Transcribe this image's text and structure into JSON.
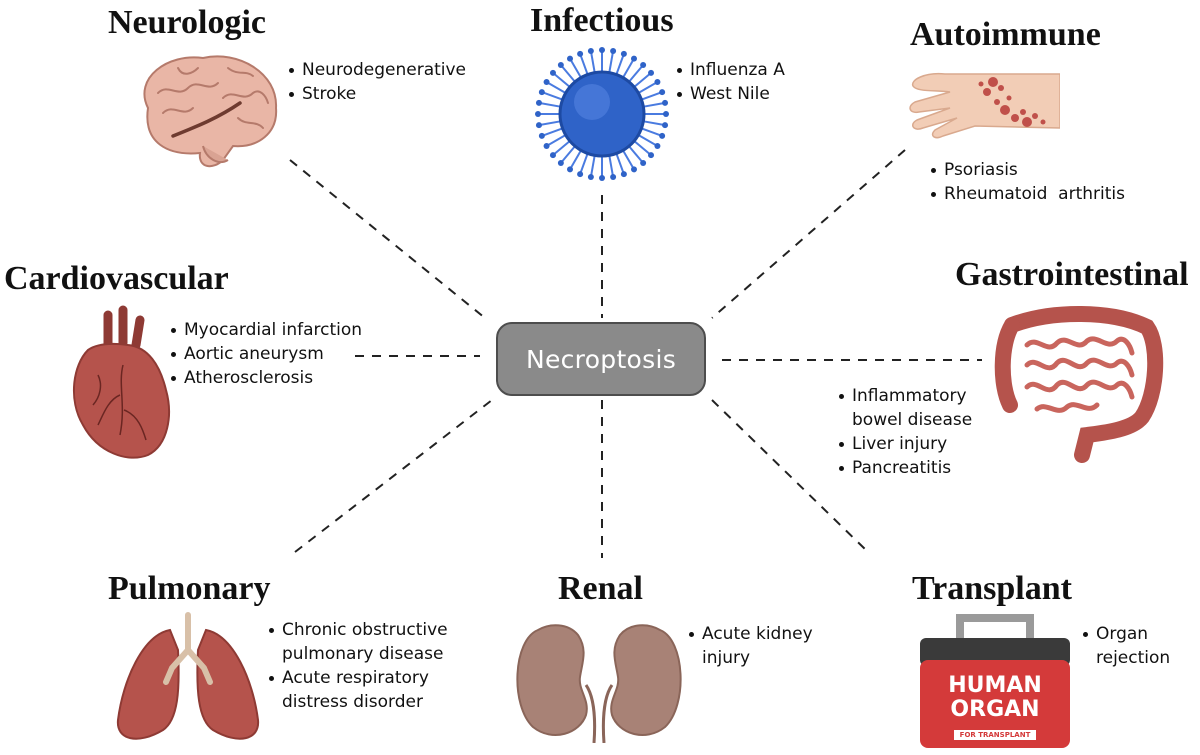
{
  "center": {
    "label": "Necroptosis"
  },
  "categories": {
    "neurologic": {
      "title": "Neurologic",
      "items": [
        "Neurodegenerative",
        "Stroke"
      ]
    },
    "infectious": {
      "title": "Infectious",
      "items": [
        "Influenza A",
        "West Nile"
      ]
    },
    "autoimmune": {
      "title": "Autoimmune",
      "items": [
        "Psoriasis",
        "Rheumatoid  arthritis"
      ]
    },
    "cardiovascular": {
      "title": "Cardiovascular",
      "items": [
        "Myocardial infarction",
        "Aortic aneurysm",
        "Atherosclerosis"
      ]
    },
    "gastrointestinal": {
      "title": "Gastrointestinal",
      "items": [
        "Inflammatory",
        "bowel disease",
        "Liver injury",
        "Pancreatitis"
      ]
    },
    "pulmonary": {
      "title": "Pulmonary",
      "items": [
        "Chronic obstructive",
        "pulmonary disease",
        "Acute respiratory",
        "distress disorder"
      ]
    },
    "renal": {
      "title": "Renal",
      "items": [
        "Acute kidney",
        "injury"
      ]
    },
    "transplant": {
      "title": "Transplant",
      "items": [
        "Organ",
        "rejection"
      ],
      "box_text": [
        "HUMAN",
        "ORGAN",
        "FOR TRANSPLANT"
      ]
    }
  },
  "colors": {
    "organ": "#b5534c",
    "organ_dark": "#8e3a34",
    "brain": "#e9b6a6",
    "virus": "#2f63c8",
    "skin": "#f2cdb6",
    "kidney": "#a88276",
    "cooler": "#d43a3a"
  }
}
